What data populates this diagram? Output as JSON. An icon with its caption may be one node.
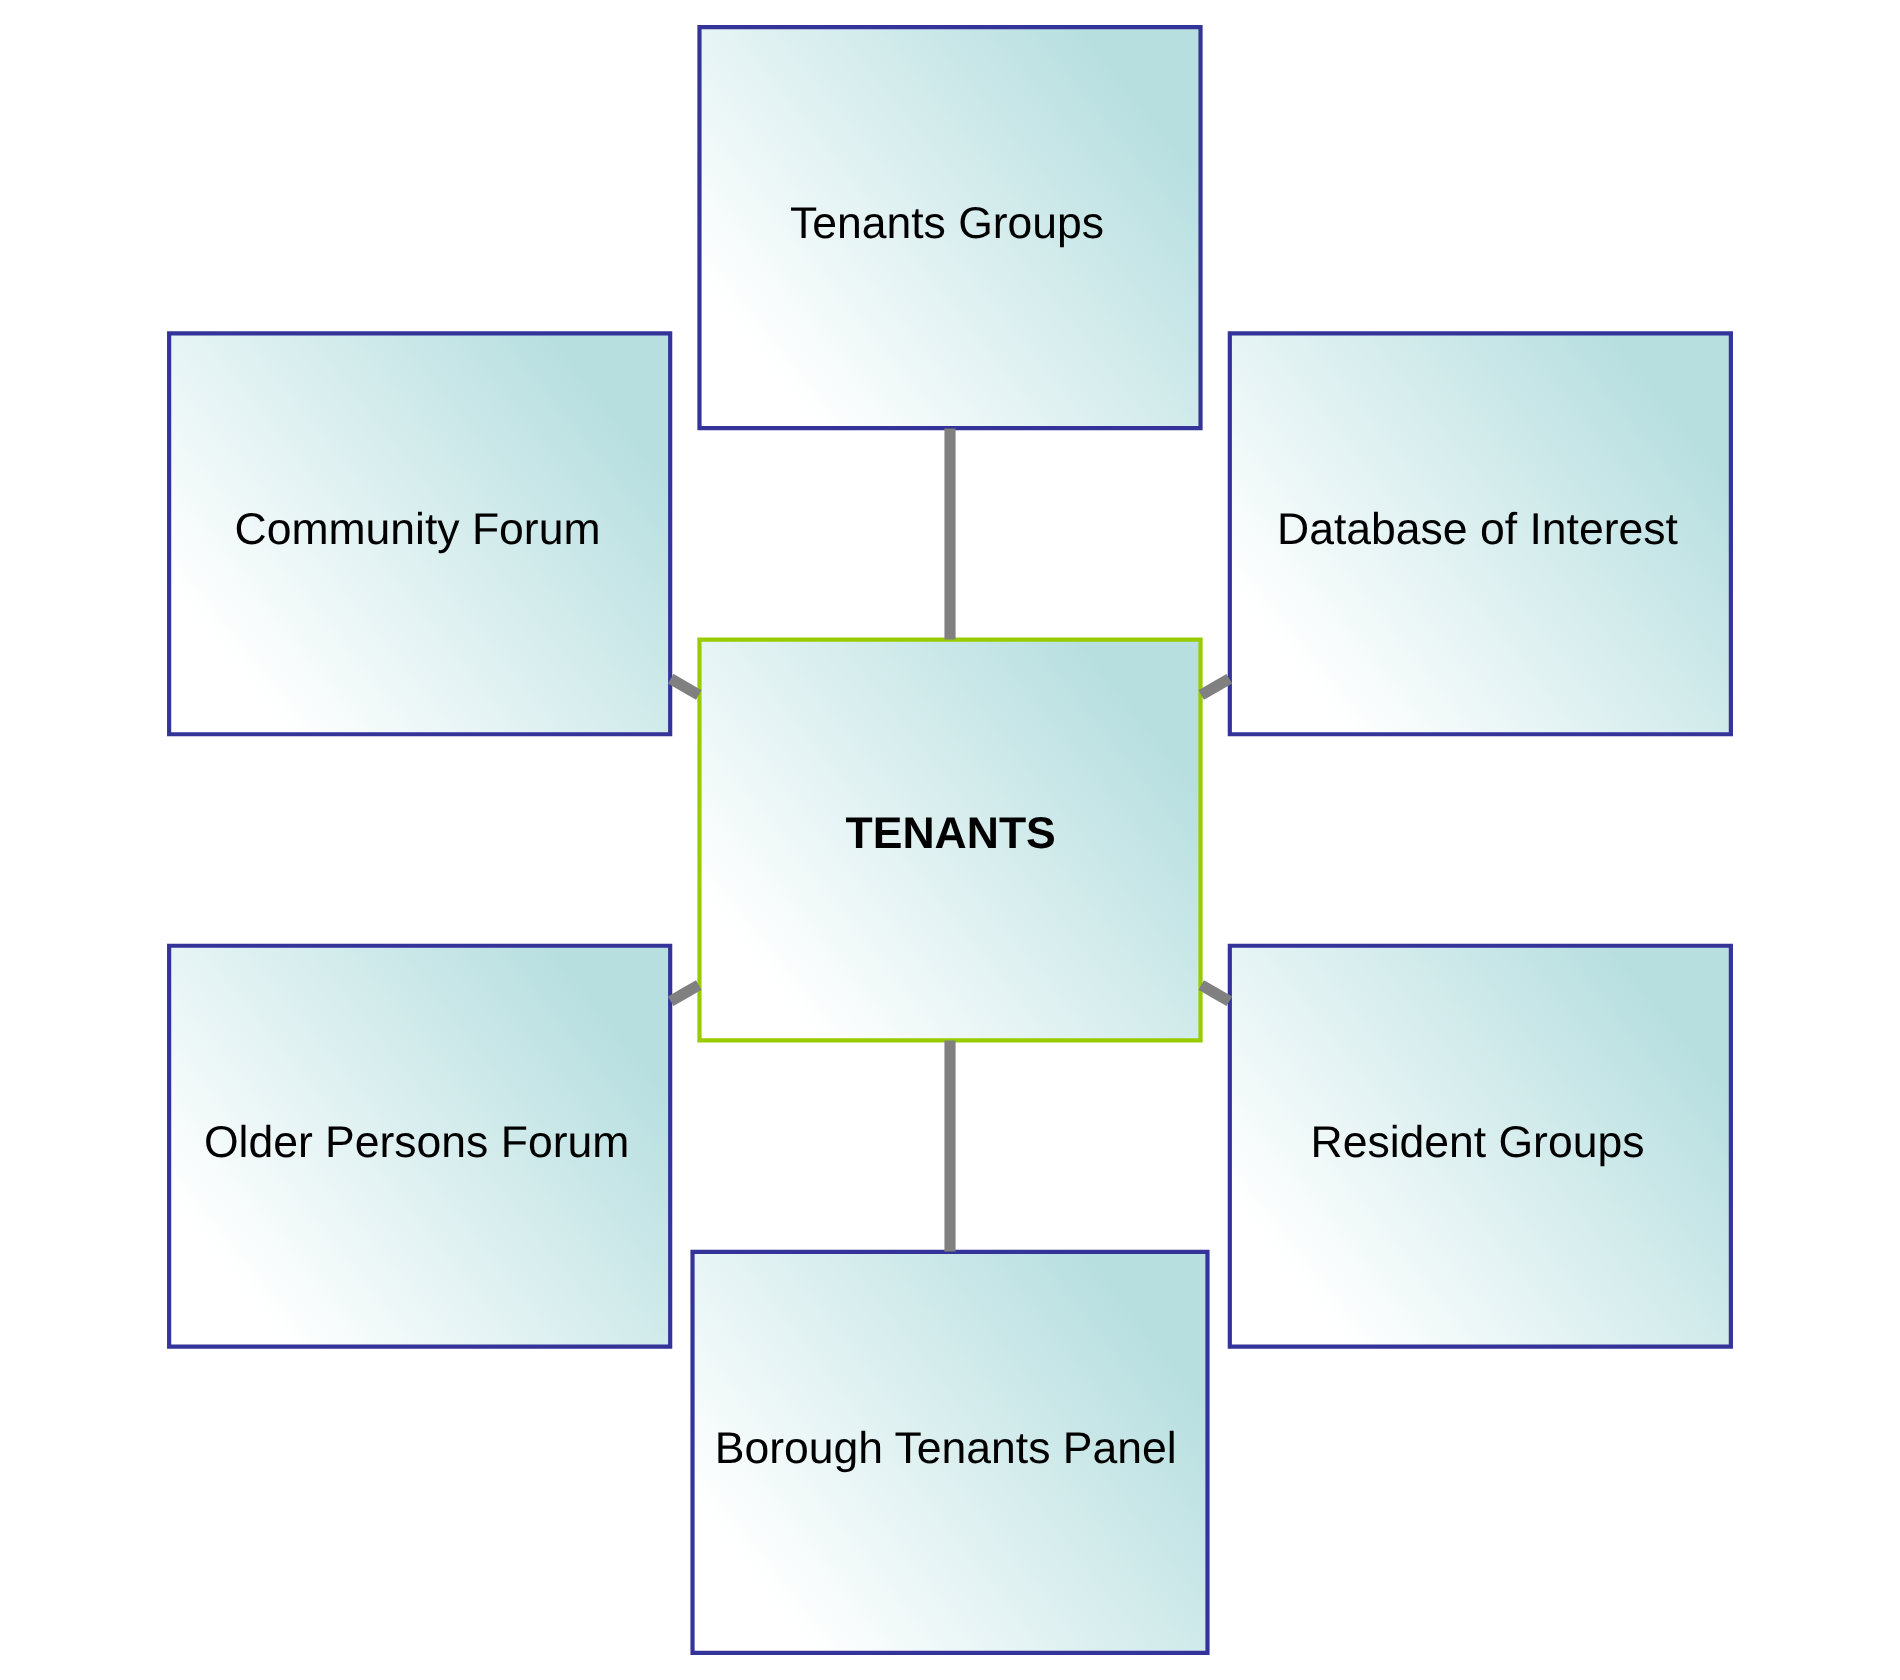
{
  "diagram": {
    "nodes": [
      {
        "text": [
          "Database of Interest"
        ]
      },
      {
        "text": [
          "Tenants Groups"
        ]
      },
      {
        "text": [
          "Community Forum"
        ]
      },
      {
        "text": [
          "TENANTS"
        ]
      },
      {
        "text": [
          "Older Persons Forum"
        ]
      },
      {
        "text": [
          "Borough Tenants Panel"
        ]
      },
      {
        "text": [
          "Resident Groups"
        ]
      }
    ],
    "edges": [
      {
        "from": 3,
        "to": 0,
        "arrow": "none"
      },
      {
        "from": 3,
        "to": 1,
        "arrow": "none"
      },
      {
        "from": 3,
        "to": 2,
        "arrow": "none"
      },
      {
        "from": 3,
        "to": 4,
        "arrow": "none"
      },
      {
        "from": 3,
        "to": 5,
        "arrow": "none"
      },
      {
        "from": 3,
        "to": 6,
        "arrow": "none"
      }
    ]
  }
}
